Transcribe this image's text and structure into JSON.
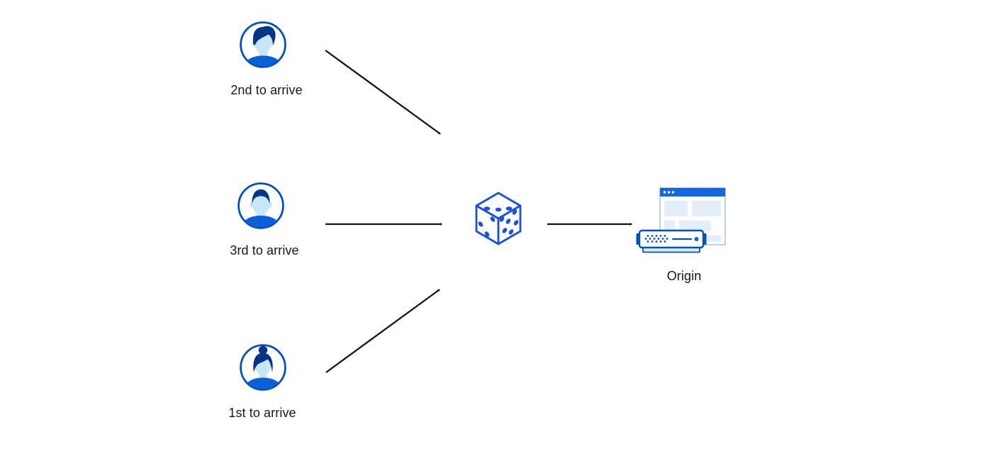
{
  "diagram": {
    "description": "Three visitors arrive in random order, pass through a dice (random selection), and one request is forwarded to the origin server",
    "colors": {
      "accent": "#0051c3",
      "hair": "#003688",
      "skin": "#c9e6f8",
      "shirt": "#0b5fd9",
      "dice": "#1950e1",
      "titlebar": "#1566e5",
      "block": "#e4eef8",
      "window_border": "#a9c7ea",
      "server_base": "#d9ecfa",
      "led": "#1563e8",
      "arrow": "#141414"
    },
    "visitors": [
      {
        "id": "visitor-top",
        "label": "2nd to arrive",
        "avatar": "man-quiff-avatar"
      },
      {
        "id": "visitor-middle",
        "label": "3rd to arrive",
        "avatar": "man-short-hair-avatar"
      },
      {
        "id": "visitor-bottom",
        "label": "1st to arrive",
        "avatar": "woman-bun-avatar"
      }
    ],
    "center_node": {
      "icon": "dice-icon"
    },
    "origin_node": {
      "label": "Origin",
      "icon": "origin-server-icon"
    },
    "arrows": [
      {
        "from": "visitor-top",
        "to": "dice"
      },
      {
        "from": "visitor-middle",
        "to": "dice"
      },
      {
        "from": "visitor-bottom",
        "to": "dice"
      },
      {
        "from": "dice",
        "to": "origin"
      }
    ]
  }
}
